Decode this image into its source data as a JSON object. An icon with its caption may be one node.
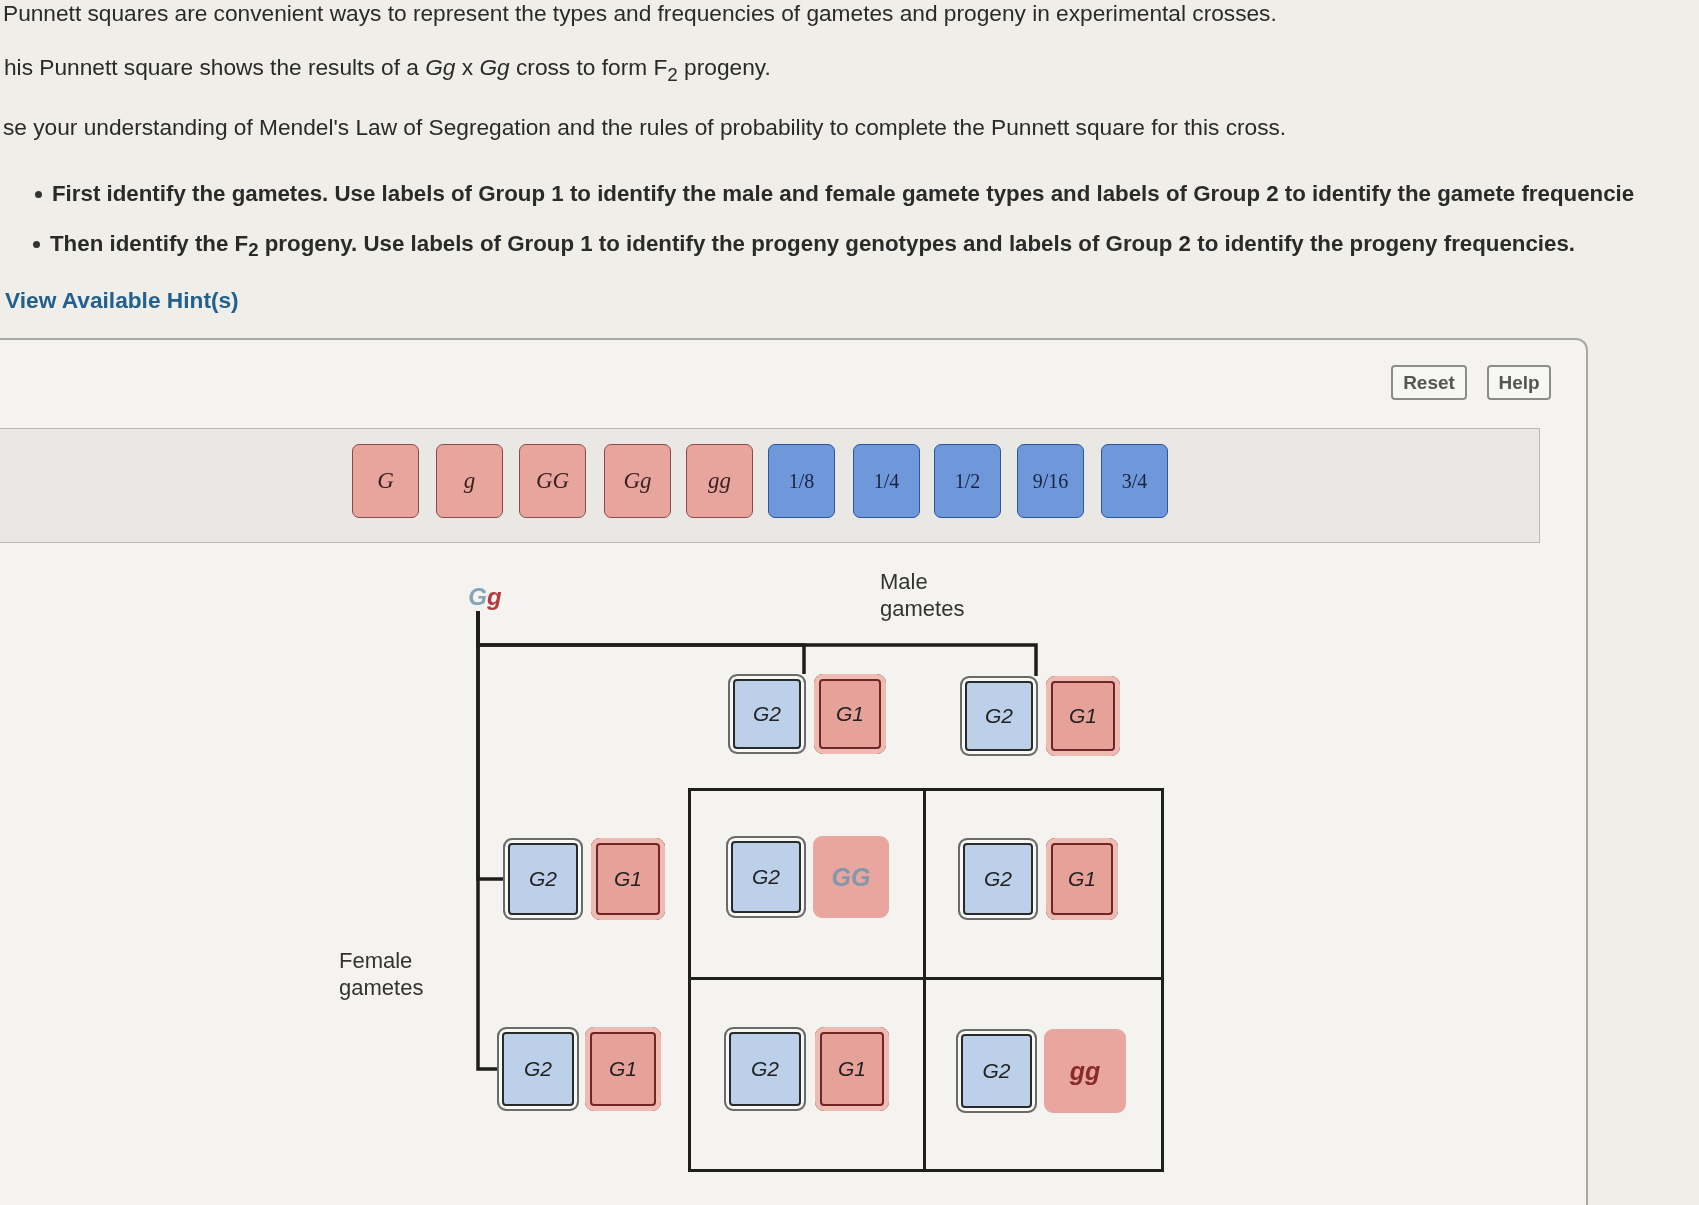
{
  "diagram": {
    "nodes": [
      {
        "text": [
          "Reset"
        ]
      },
      {
        "text": [
          "Help"
        ]
      },
      {
        "text": [
          "G"
        ]
      },
      {
        "text": [
          "g"
        ]
      },
      {
        "text": [
          "GG"
        ]
      },
      {
        "text": [
          "Gg"
        ]
      },
      {
        "text": [
          "gg"
        ]
      },
      {
        "text": [
          "1/8"
        ]
      },
      {
        "text": [
          "1/4"
        ]
      },
      {
        "text": [
          "1/2"
        ]
      },
      {
        "text": [
          "9/16"
        ]
      },
      {
        "text": [
          "3/4"
        ]
      },
      {
        "text": [
          "Gg"
        ]
      },
      {
        "text": [
          "G2"
        ]
      },
      {
        "text": [
          "G1"
        ]
      },
      {
        "text": [
          "G2"
        ]
      },
      {
        "text": [
          "G1"
        ]
      },
      {
        "text": [
          "G2"
        ]
      },
      {
        "text": [
          "G1"
        ]
      },
      {
        "text": [],
        "shape": "box"
      },
      {
        "text": [
          "G2"
        ],
        "in": 19
      },
      {
        "text": [
          "GG"
        ],
        "in": 19
      },
      {
        "text": [],
        "shape": "box"
      },
      {
        "text": [
          "G2"
        ],
        "in": 22
      },
      {
        "text": [
          "G1"
        ],
        "in": 22
      },
      {
        "text": [
          "G2"
        ]
      },
      {
        "text": [
          "G1"
        ]
      },
      {
        "text": [],
        "shape": "box"
      },
      {
        "text": [
          "G2"
        ],
        "in": 27
      },
      {
        "text": [
          "G1"
        ],
        "in": 27
      },
      {
        "text": [],
        "shape": "box"
      },
      {
        "text": [
          "G2"
        ],
        "in": 30
      },
      {
        "text": [
          "gg"
        ],
        "in": 30
      }
    ],
    "edges": [
      {
        "from": 12,
        "to": 13,
        "arrow": "none"
      },
      {
        "from": 12,
        "to": 15,
        "arrow": "none"
      },
      {
        "from": 12,
        "to": 17,
        "arrow": "none"
      },
      {
        "from": 12,
        "to": 25,
        "arrow": "none"
      }
    ],
    "labels": [
      "Punnett squares are convenient ways to represent the types and frequencies of gametes and progeny in experimental crosses.",
      "his Punnett square shows the results of a *Gg* x *Gg* cross to form F$_{2}$ progeny.",
      "se your understanding of Mendel's Law of Segregation and the rules of probability to complete the Punnett square for this cross.",
      "First identify the gametes. Use labels of Group 1 to identify the male and female gamete types and labels of Group 2 to identify the gamete frequencie",
      "Then identify the F$_{2}$ progeny. Use labels of Group 1 to identify the progeny genotypes and labels of Group 2 to identify the progeny frequencies.",
      "View Available Hint(s)",
      "Male gametes",
      "Female gametes"
    ]
  }
}
